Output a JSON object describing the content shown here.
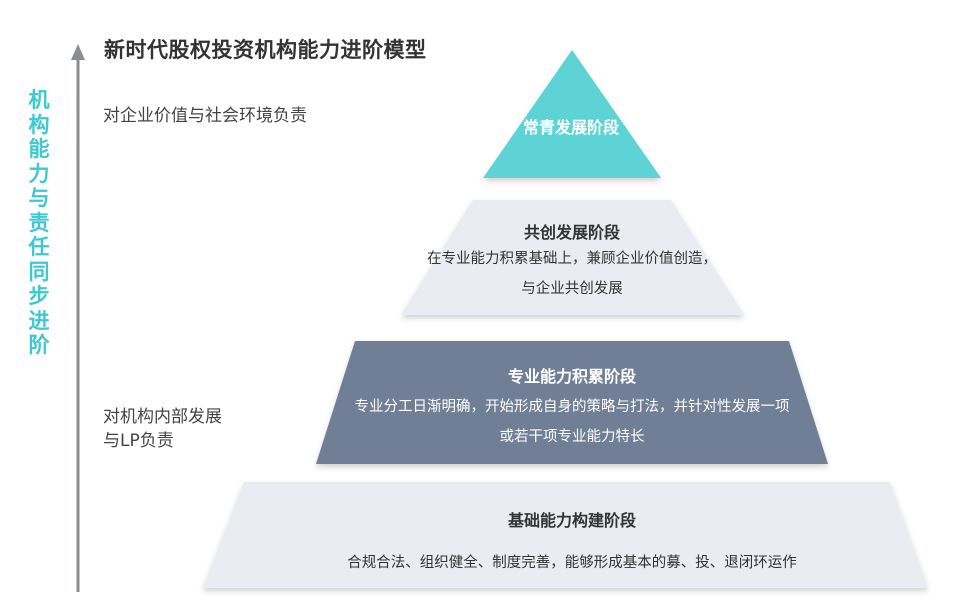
{
  "diagram": {
    "title": "新时代股权投资机构能力进阶模型",
    "axis_label": "机构能力与责任同步进阶",
    "side_notes": {
      "top": "对企业价值与社会环境负责",
      "bottom": "对机构内部发展与LP负责"
    },
    "tiers": [
      {
        "title": "常青发展阶段",
        "description": ""
      },
      {
        "title": "共创发展阶段",
        "description": "在专业能力积累基础上，兼顾企业价值创造，与企业共创发展"
      },
      {
        "title": "专业能力积累阶段",
        "description": "专业分工日渐明确，开始形成自身的策略与打法，并针对性发展一项或若干项专业能力特长"
      },
      {
        "title": "基础能力构建阶段",
        "description": "合规合法、组织健全、制度完善，能够形成基本的募、投、退闭环运作"
      }
    ]
  },
  "colors": {
    "accent_teal": "#3ec8cf",
    "tier_top": "#5dd3d6",
    "tier_light": "#e9ecf1",
    "tier_dark": "#6f7e96",
    "text_dark": "#333333",
    "text_light": "#ffffff",
    "axis_gray": "#8a8d92"
  }
}
